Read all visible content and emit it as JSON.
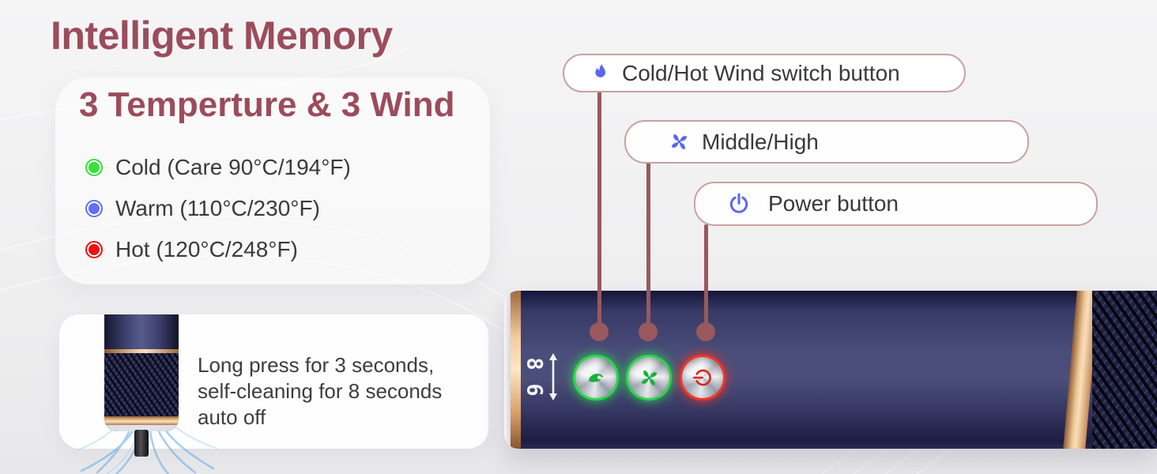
{
  "header": {
    "title": "Intelligent Memory"
  },
  "temp_panel": {
    "subtitle": "3 Temperture & 3 Wind",
    "items": [
      {
        "label": "Cold (Care 90°C/194°F)",
        "color": "#35e23a",
        "icon": "cold-dot-icon"
      },
      {
        "label": "Warm (110°C/230°F)",
        "color": "#6170f1",
        "icon": "warm-dot-icon"
      },
      {
        "label": "Hot (120°C/248°F)",
        "color": "#ed1111",
        "icon": "hot-dot-icon"
      }
    ]
  },
  "callouts": [
    {
      "label": "Cold/Hot Wind switch button",
      "icon": "flame-icon"
    },
    {
      "label": "Middle/High",
      "icon": "fan-icon"
    },
    {
      "label": "Power button",
      "icon": "power-icon"
    }
  ],
  "cleaning_card": {
    "line1": "Long press for 3 seconds,",
    "line2": "self-cleaning for 8 seconds",
    "line3": "auto off"
  },
  "device": {
    "display": {
      "top_digit": "8",
      "bottom_digit": "6",
      "arrow_icon": "up-down-arrow-icon"
    },
    "buttons": [
      {
        "icon": "wind-flame-icon",
        "ring": "#2bd84d"
      },
      {
        "icon": "fan-blades-icon",
        "ring": "#2bd84d"
      },
      {
        "icon": "power-symbol-icon",
        "ring": "#f53527"
      }
    ]
  },
  "colors": {
    "accent_maroon": "#9c4c5c",
    "leader_line": "#98585e",
    "callout_border": "#c9a19e",
    "icon_blue": "#5b67ee",
    "text_dark": "#3a3a3a",
    "panel_bg": "rgba(255,255,255,0.55)",
    "button_icon_green": "#17b13a",
    "button_icon_red": "#e41f17"
  }
}
